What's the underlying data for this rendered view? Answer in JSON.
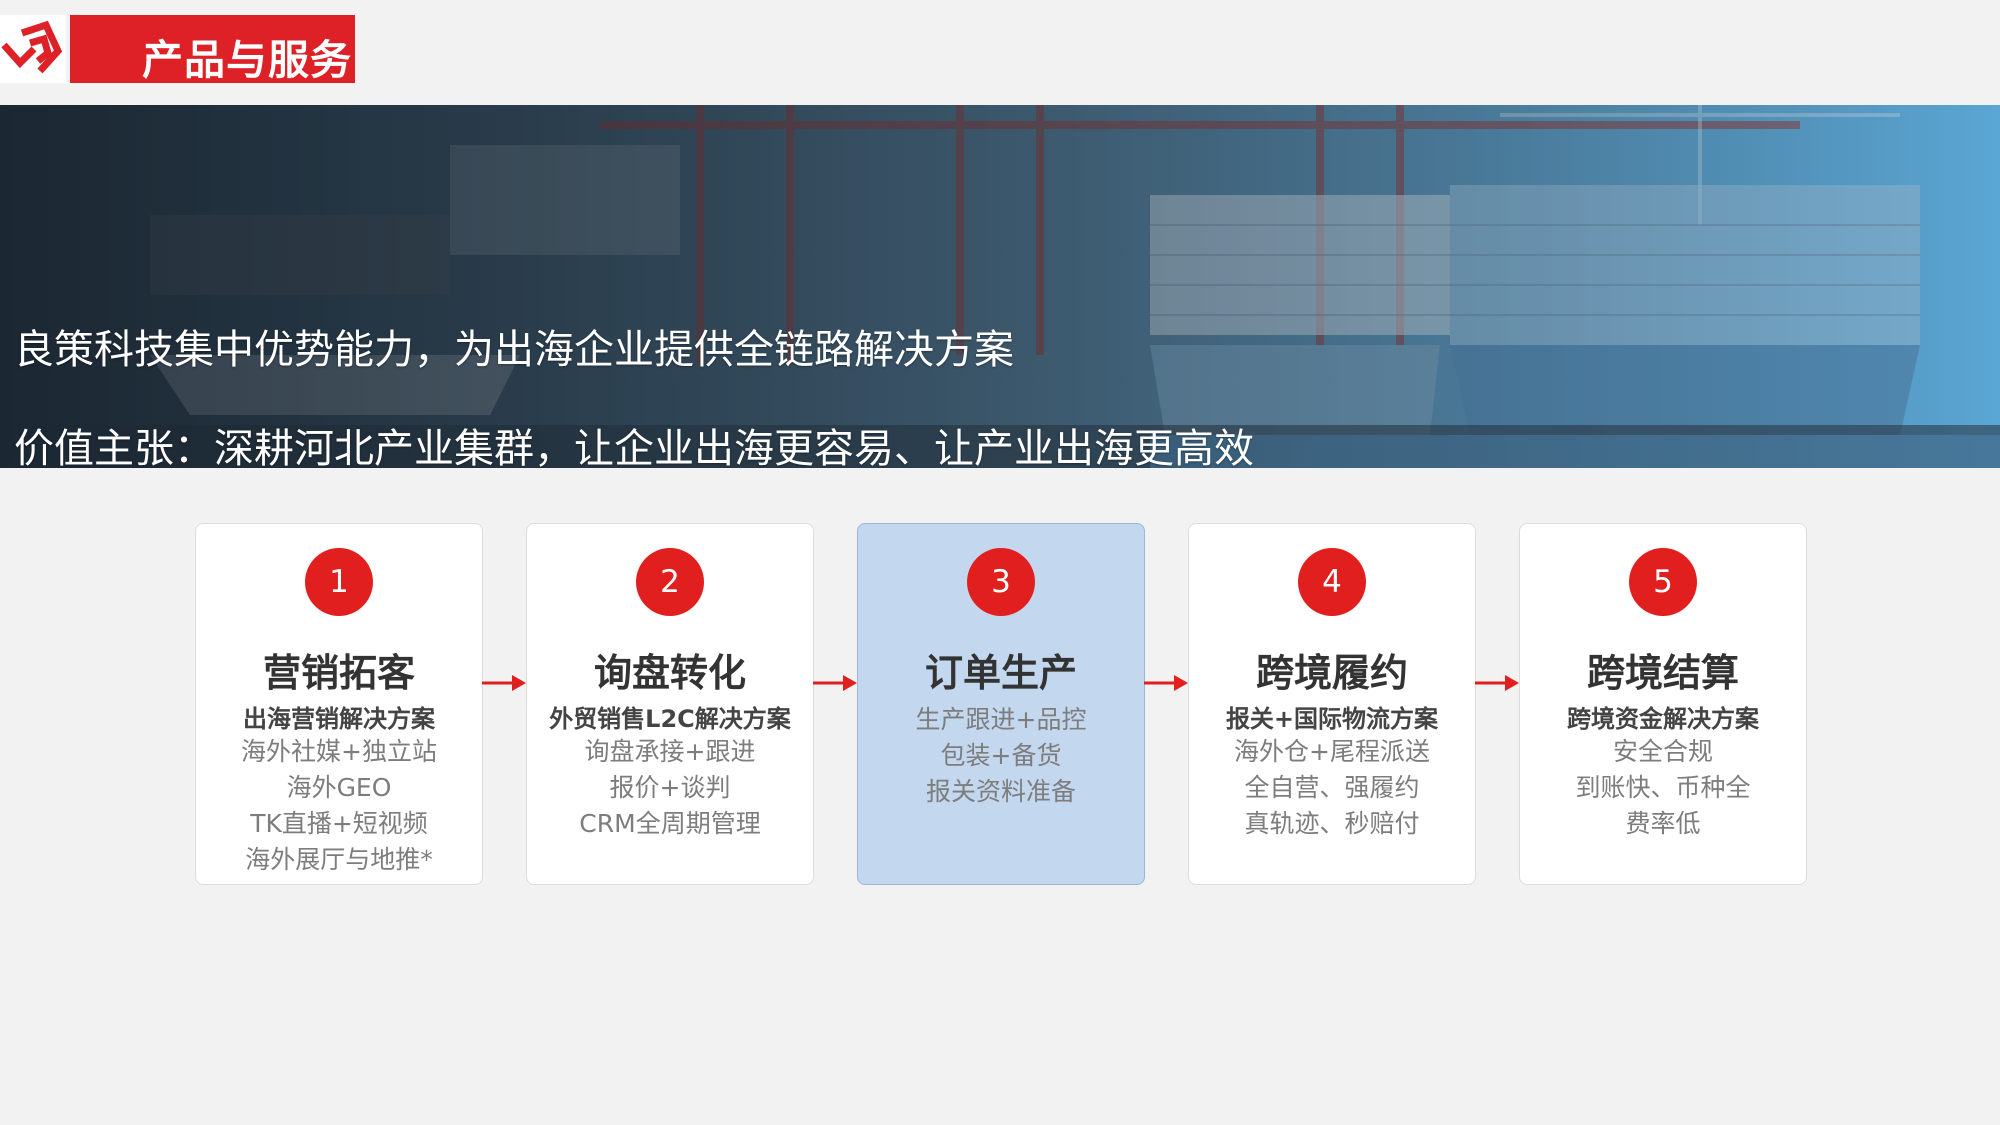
{
  "header": {
    "title": "产品与服务",
    "brand_color": "#de2127"
  },
  "banner": {
    "line1": "良策科技集中优势能力，为出海企业提供全链路解决方案",
    "line2": "价值主张：深耕河北产业集群，让企业出海更容易、让产业出海更高效"
  },
  "steps": [
    {
      "number": "1",
      "title": "营销拓客",
      "subtitle": "出海营销解决方案",
      "items": [
        "海外社媒+独立站",
        "海外GEO",
        "TK直播+短视频",
        "海外展厅与地推*"
      ]
    },
    {
      "number": "2",
      "title": "询盘转化",
      "subtitle": "外贸销售L2C解决方案",
      "items": [
        "询盘承接+跟进",
        "报价+谈判",
        "CRM全周期管理"
      ]
    },
    {
      "number": "3",
      "title": "订单生产",
      "subtitle": "",
      "items": [
        "生产跟进+品控",
        "包装+备货",
        "报关资料准备"
      ],
      "highlighted": true
    },
    {
      "number": "4",
      "title": "跨境履约",
      "subtitle": "报关+国际物流方案",
      "items": [
        "海外仓+尾程派送",
        "全自营、强履约",
        "真轨迹、秒赔付"
      ]
    },
    {
      "number": "5",
      "title": "跨境结算",
      "subtitle": "跨境资金解决方案",
      "items": [
        "安全合规",
        "到账快、币种全",
        "费率低"
      ]
    }
  ],
  "colors": {
    "accent_red": "#e21f1f",
    "highlight_card": "#c3d7ee",
    "page_background": "#f2f2f2"
  },
  "icons": {
    "logo": "company-logo",
    "arrow": "right-arrow-icon"
  }
}
